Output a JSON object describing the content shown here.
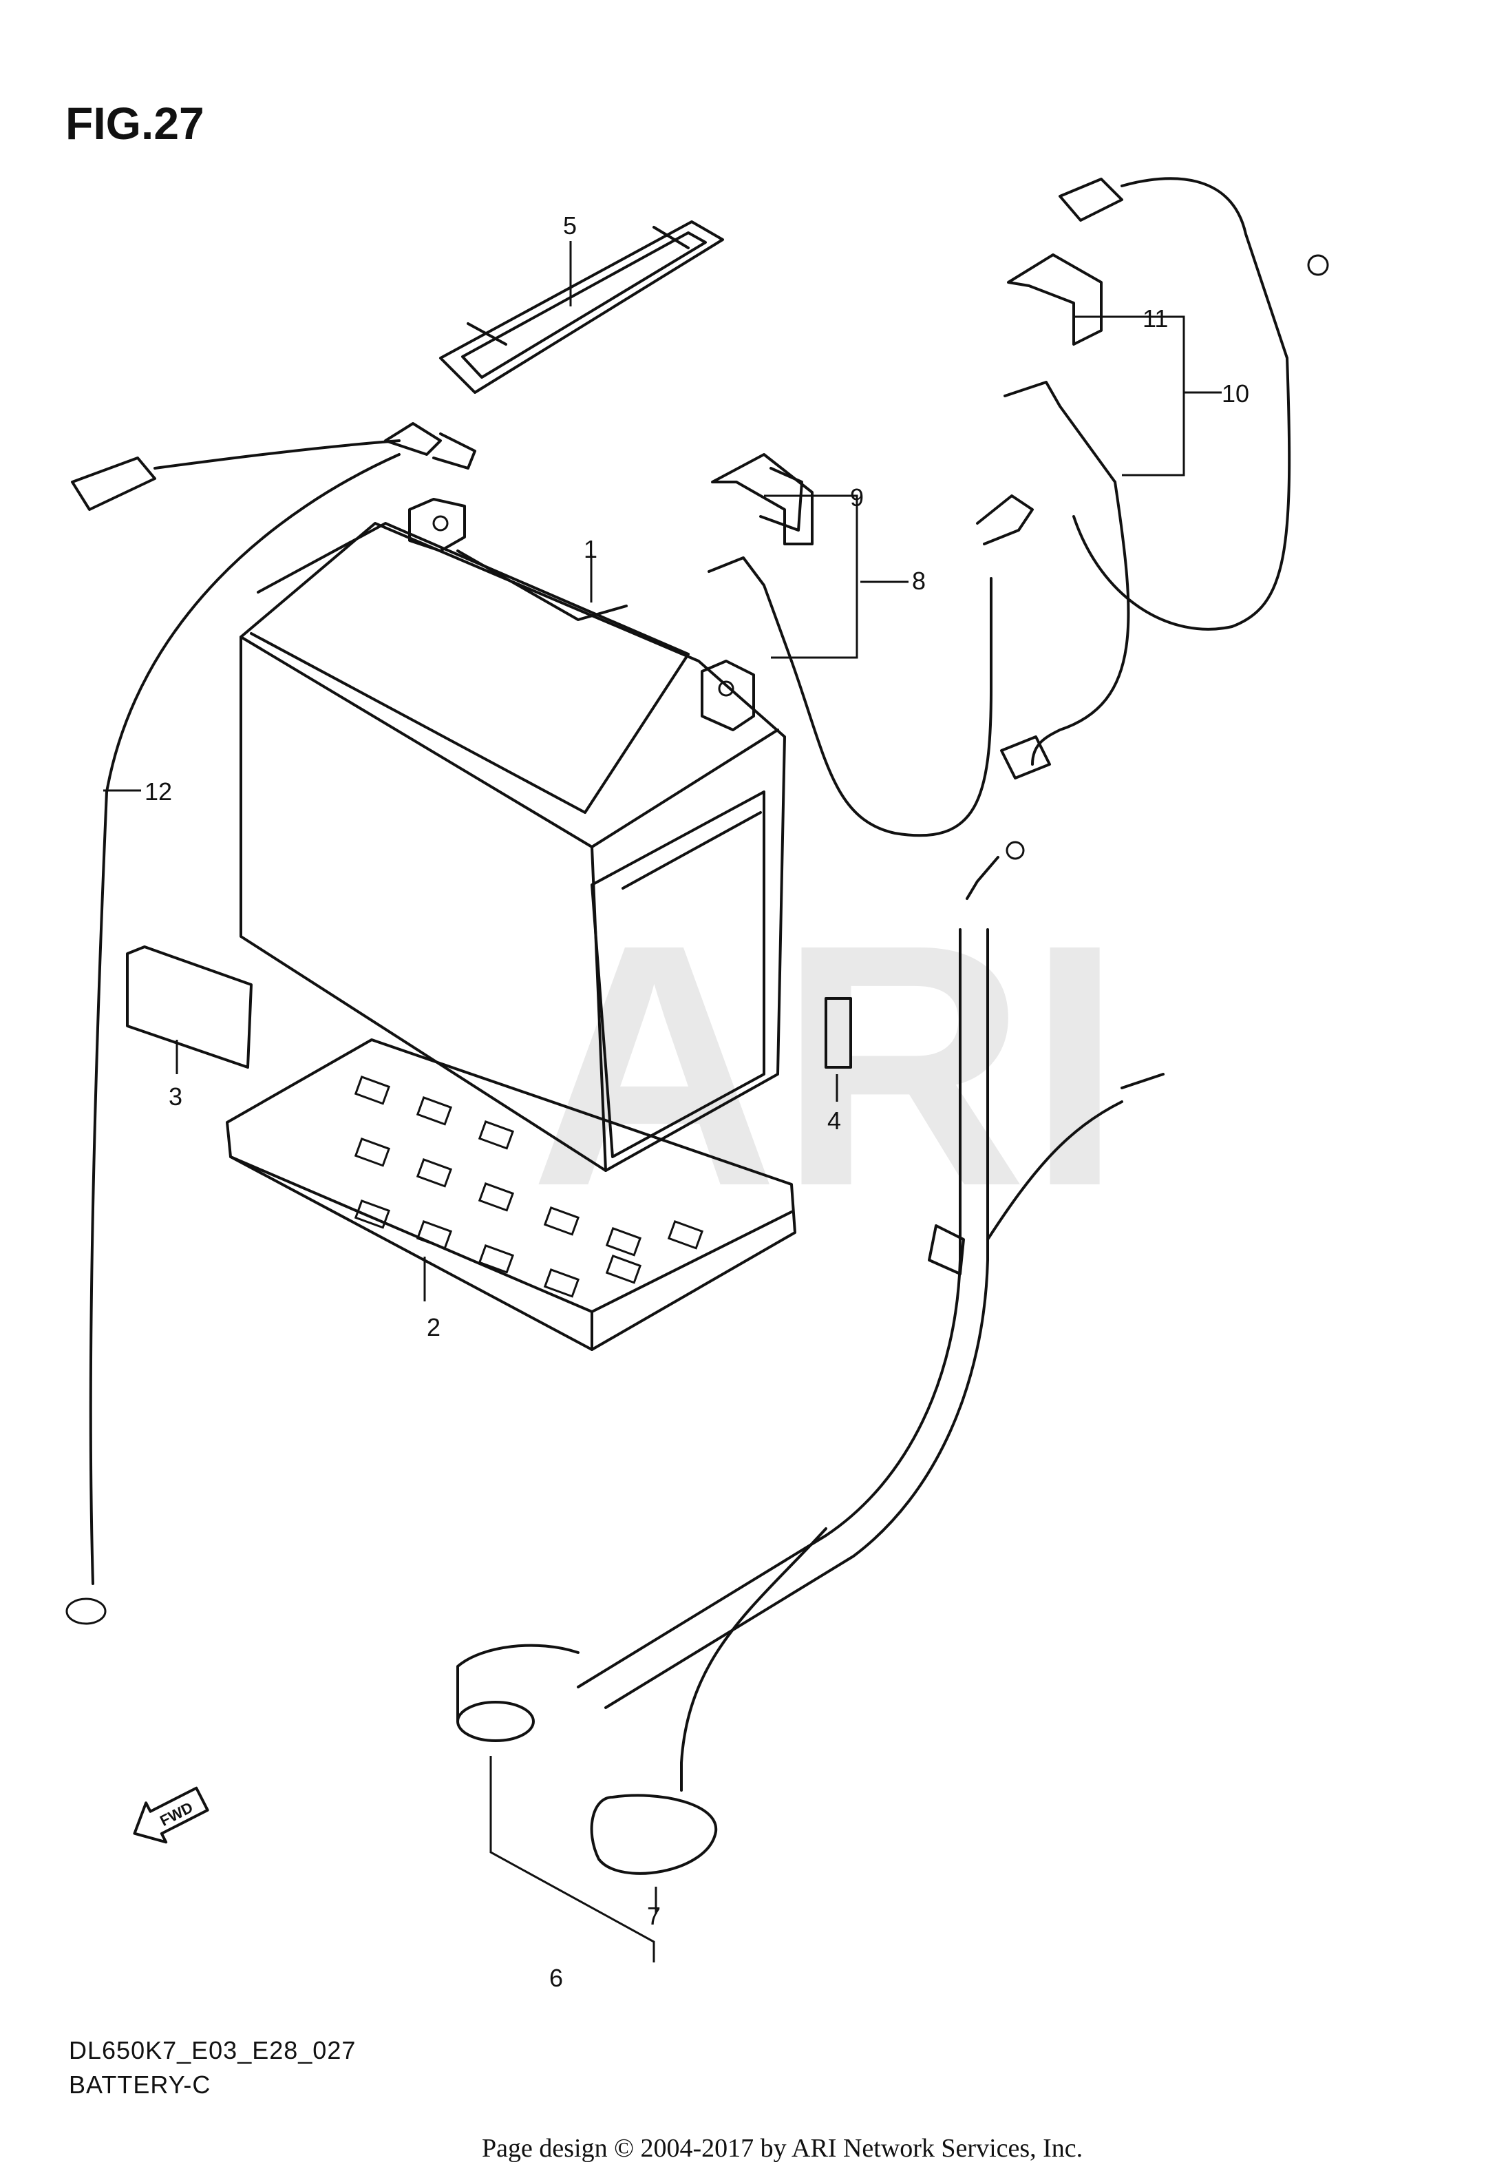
{
  "figure": {
    "title": "FIG.27"
  },
  "watermark": "ARI",
  "callouts": [
    "1",
    "2",
    "3",
    "4",
    "5",
    "6",
    "7",
    "8",
    "9",
    "10",
    "11",
    "12"
  ],
  "forward_arrow_label": "FWD",
  "diagram_code": "DL650K7_E03_E28_027",
  "diagram_name": "BATTERY-C",
  "footer": "Page design © 2004-2017 by ARI Network Services, Inc."
}
